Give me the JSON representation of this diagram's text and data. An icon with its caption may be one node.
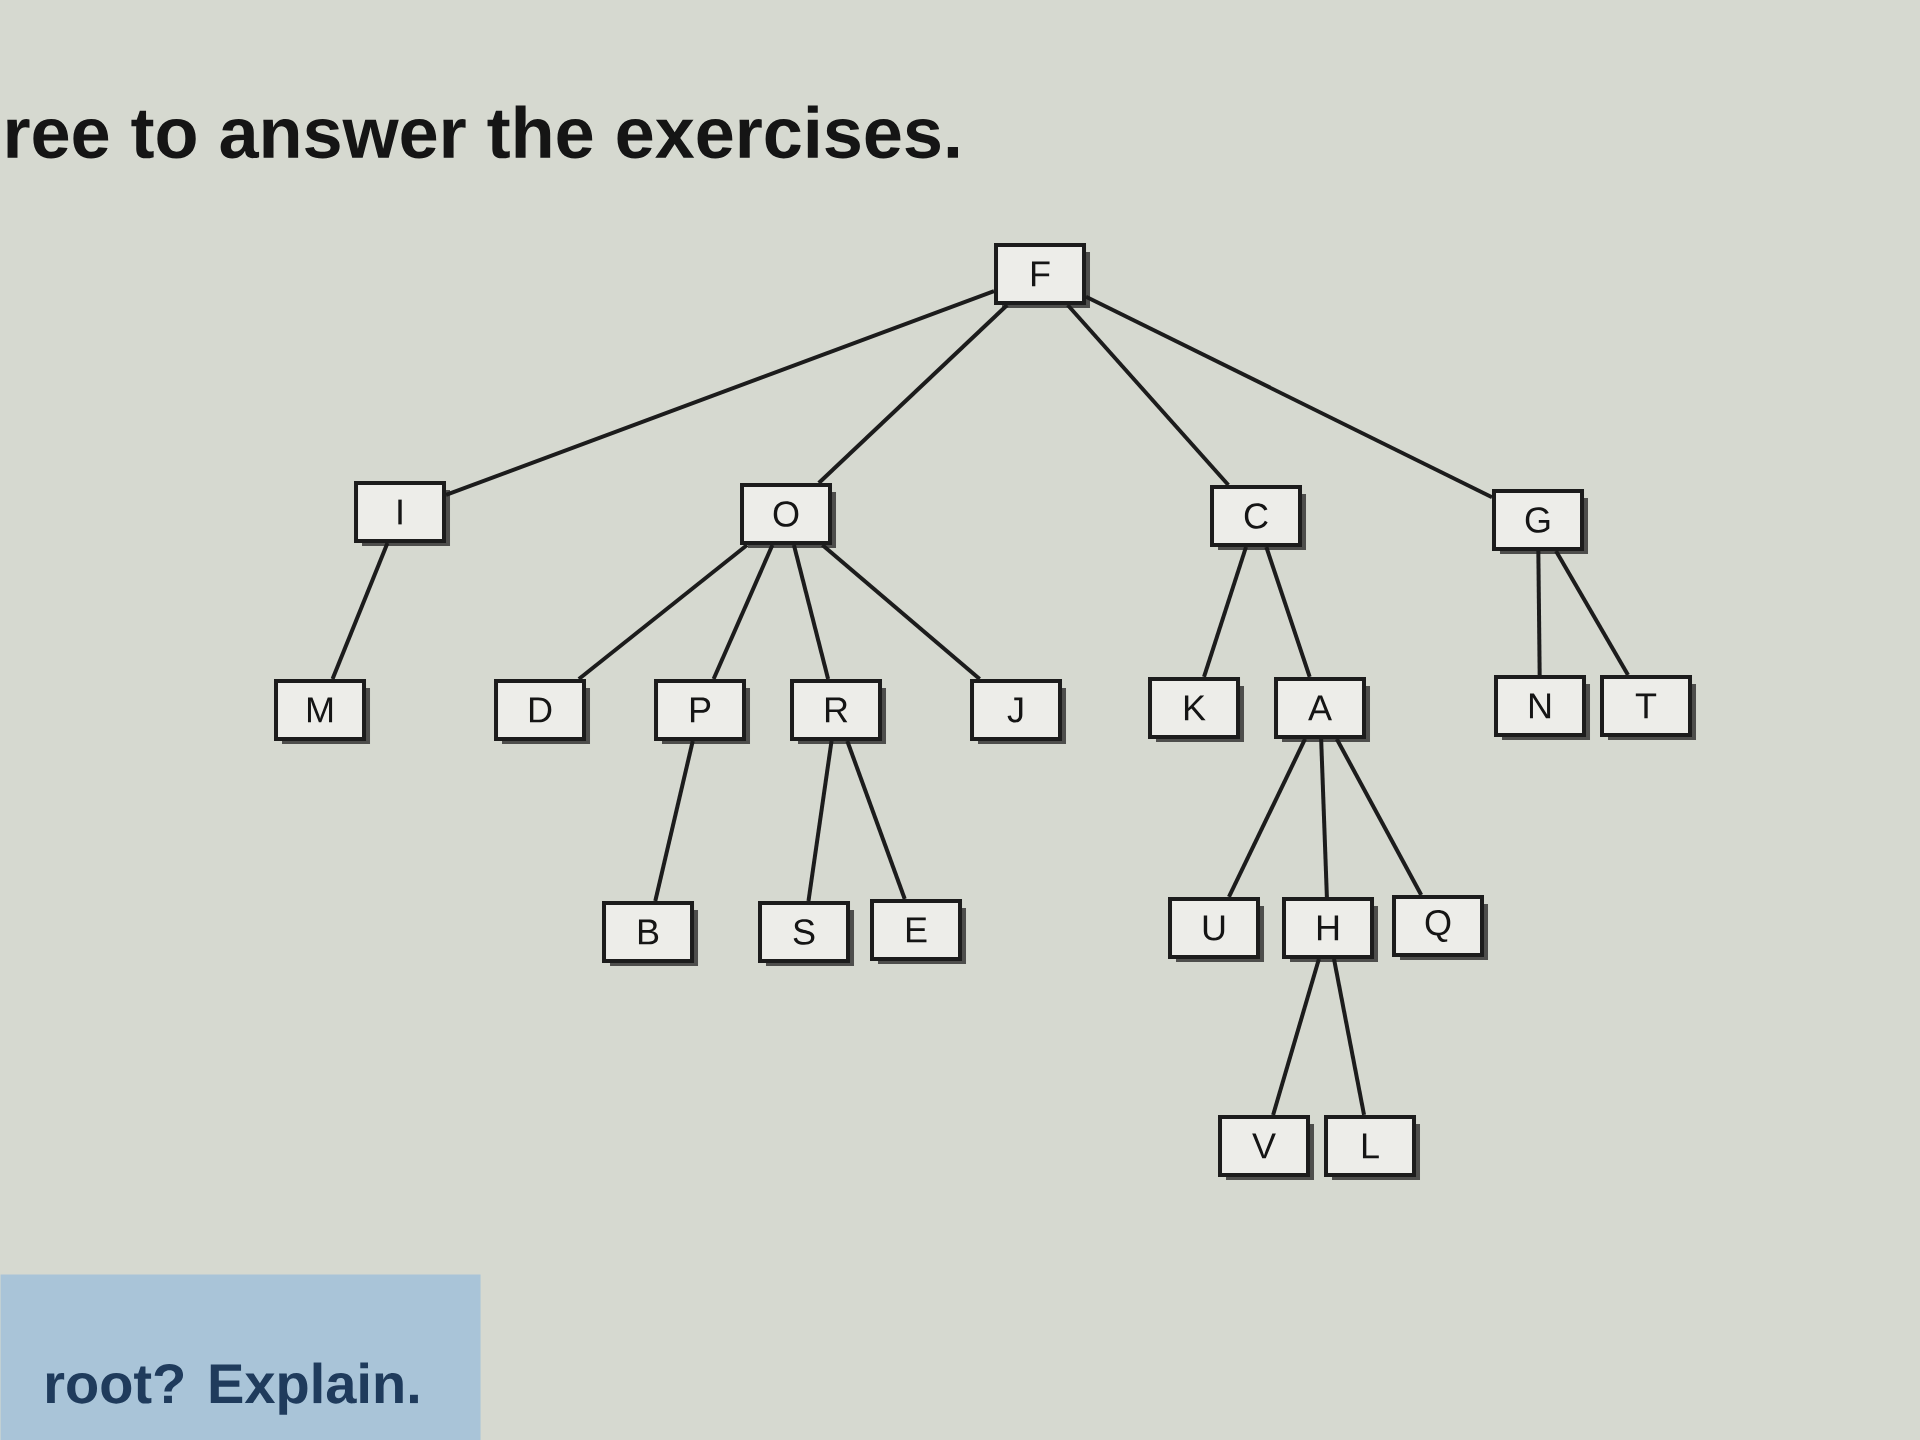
{
  "diagram": {
    "nodes": [
      {
        "text": [
          "F"
        ]
      },
      {
        "text": [
          "I"
        ]
      },
      {
        "text": [
          "O"
        ]
      },
      {
        "text": [
          "C"
        ]
      },
      {
        "text": [
          "G"
        ]
      },
      {
        "text": [
          "M"
        ]
      },
      {
        "text": [
          "D"
        ]
      },
      {
        "text": [
          "P"
        ]
      },
      {
        "text": [
          "R"
        ]
      },
      {
        "text": [
          "J"
        ]
      },
      {
        "text": [
          "K"
        ]
      },
      {
        "text": [
          "A"
        ]
      },
      {
        "text": [
          "N"
        ]
      },
      {
        "text": [
          "T"
        ]
      },
      {
        "text": [
          "B"
        ]
      },
      {
        "text": [
          "S"
        ]
      },
      {
        "text": [
          "E"
        ]
      },
      {
        "text": [
          "U"
        ]
      },
      {
        "text": [
          "H"
        ]
      },
      {
        "text": [
          "Q"
        ]
      },
      {
        "text": [
          "V"
        ]
      },
      {
        "text": [
          "L"
        ]
      },
      {
        "text": [
          "root? Explain."
        ]
      }
    ],
    "edges": [
      {
        "from": 0,
        "to": 1,
        "arrow": "none"
      },
      {
        "from": 0,
        "to": 2,
        "arrow": "none"
      },
      {
        "from": 0,
        "to": 3,
        "arrow": "none"
      },
      {
        "from": 0,
        "to": 4,
        "arrow": "none"
      },
      {
        "from": 1,
        "to": 5,
        "arrow": "none"
      },
      {
        "from": 2,
        "to": 6,
        "arrow": "none"
      },
      {
        "from": 2,
        "to": 7,
        "arrow": "none"
      },
      {
        "from": 2,
        "to": 8,
        "arrow": "none"
      },
      {
        "from": 2,
        "to": 9,
        "arrow": "none"
      },
      {
        "from": 3,
        "to": 10,
        "arrow": "none"
      },
      {
        "from": 3,
        "to": 11,
        "arrow": "none"
      },
      {
        "from": 4,
        "to": 12,
        "arrow": "none"
      },
      {
        "from": 4,
        "to": 13,
        "arrow": "none"
      },
      {
        "from": 7,
        "to": 14,
        "arrow": "none"
      },
      {
        "from": 8,
        "to": 15,
        "arrow": "none"
      },
      {
        "from": 8,
        "to": 16,
        "arrow": "none"
      },
      {
        "from": 11,
        "to": 17,
        "arrow": "none"
      },
      {
        "from": 11,
        "to": 18,
        "arrow": "none"
      },
      {
        "from": 11,
        "to": 19,
        "arrow": "none"
      },
      {
        "from": 18,
        "to": 20,
        "arrow": "none"
      },
      {
        "from": 18,
        "to": 21,
        "arrow": "none"
      }
    ],
    "labels": [
      "ree to answer the exercises."
    ]
  }
}
